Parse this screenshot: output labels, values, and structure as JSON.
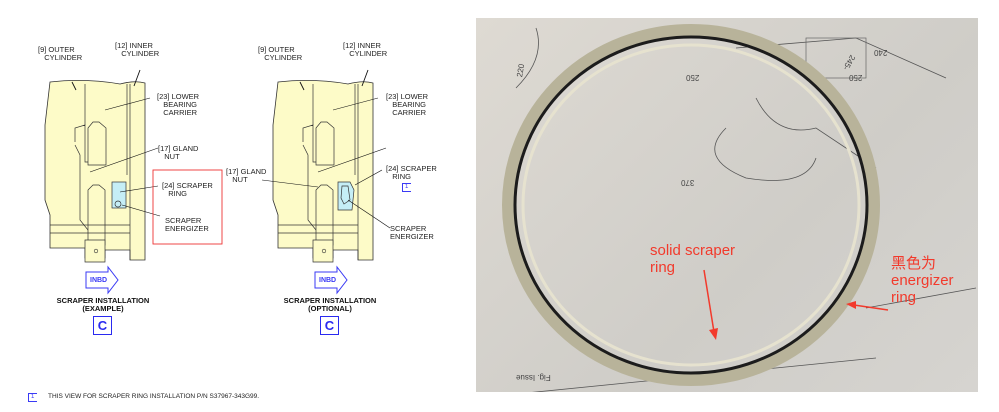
{
  "views": [
    {
      "outer": "[9] OUTER\n   CYLINDER",
      "inner": "[12] INNER\n   CYLINDER",
      "carrier": "[23] LOWER\n   BEARING\n   CARRIER",
      "gland": "[17] GLAND\n   NUT",
      "scraper": "[24] SCRAPER\n   RING",
      "energizer": "SCRAPER\nENERGIZER",
      "inbd": "INBD",
      "title": "SCRAPER INSTALLATION",
      "subtitle": "(EXAMPLE)",
      "view_letter": "C"
    },
    {
      "outer": "[9] OUTER\n   CYLINDER",
      "inner": "[12] INNER\n   CYLINDER",
      "carrier": "[23] LOWER\n   BEARING\n   CARRIER",
      "gland": "[17] GLAND\n   NUT",
      "scraper": "[24] SCRAPER\n   RING",
      "flag": "1",
      "energizer": "SCRAPER\nENERGIZER",
      "inbd": "INBD",
      "title": "SCRAPER INSTALLATION",
      "subtitle": "(OPTIONAL)",
      "view_letter": "C"
    }
  ],
  "footnote": {
    "flag": "1",
    "text": "THIS VIEW FOR SCRAPER RING INSTALLATION P/N S37967-343G99."
  },
  "photo": {
    "annotation_left": "solid scraper\nring",
    "annotation_right": "黑色为\nenergizer\nring",
    "sketch_labels": [
      "220",
      "250",
      "250",
      "240",
      "245-",
      "370",
      "Fig. Issue"
    ]
  },
  "colors": {
    "part": "#fdfbc8",
    "scraper": "#c5eef6",
    "accent": "#2a2af0",
    "annotation": "#f23a2c",
    "highlight": "#e33"
  }
}
